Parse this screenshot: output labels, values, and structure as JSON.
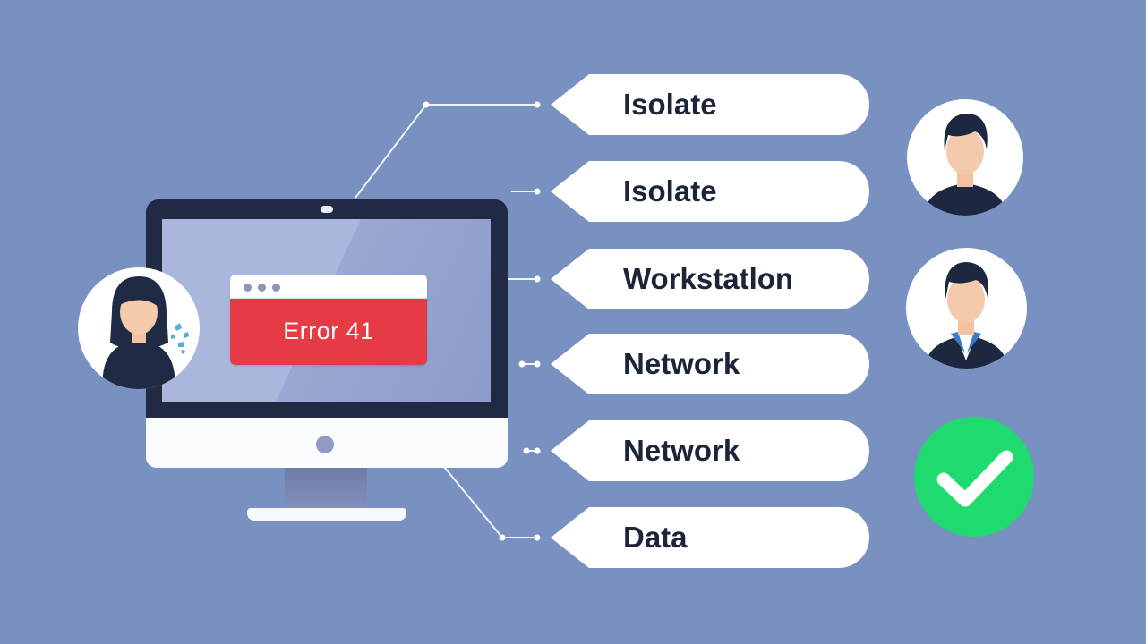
{
  "colors": {
    "background": "#7891c0",
    "error_red": "#e63a44",
    "success_green": "#1fda6e",
    "pill_fill": "#ffffff",
    "label_text": "#1c2438"
  },
  "error_dialog": {
    "message": "Error 41"
  },
  "labels": [
    {
      "text": "Isolate"
    },
    {
      "text": "Isolate"
    },
    {
      "text": "Workstatlon"
    },
    {
      "text": "Network"
    },
    {
      "text": "Network"
    },
    {
      "text": "Data"
    }
  ],
  "icons": {
    "user_left": "frustrated-user-avatar",
    "user_top": "user-avatar",
    "user_mid": "user-avatar-collared",
    "status": "check-icon"
  }
}
